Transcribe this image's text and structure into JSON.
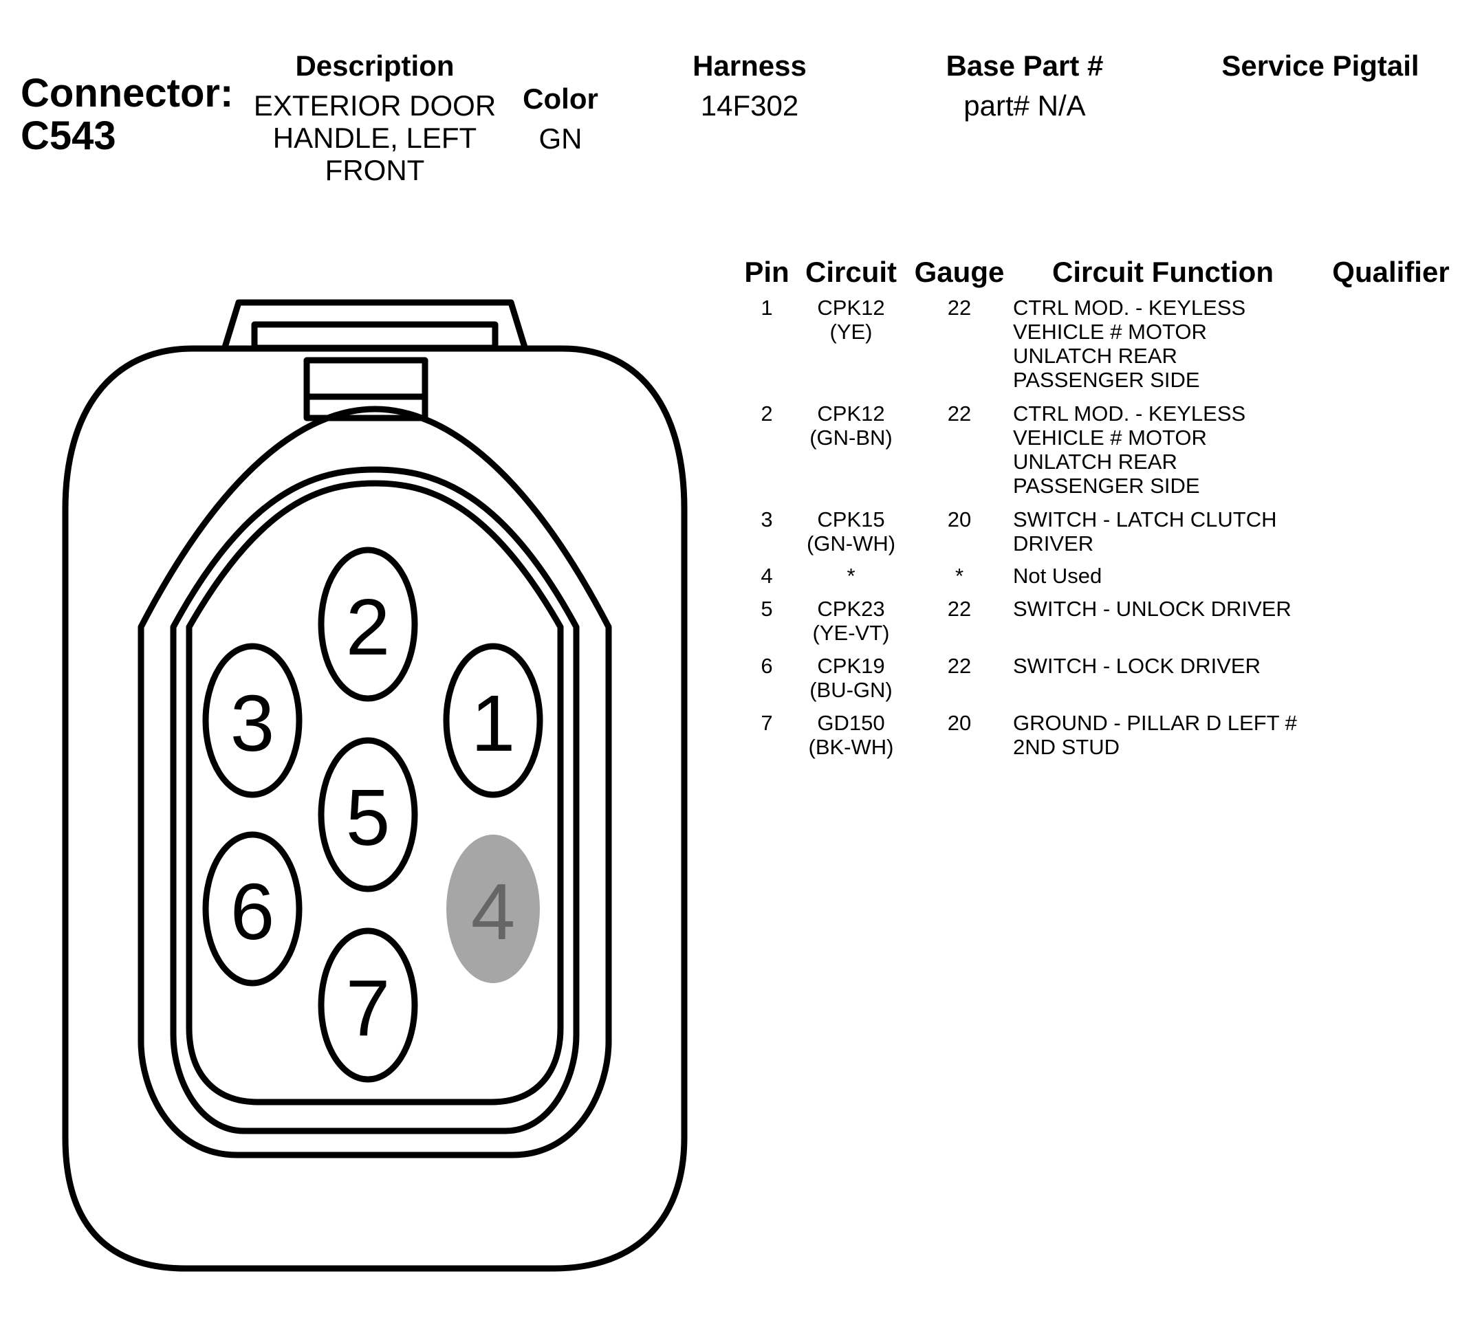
{
  "connector": {
    "label": "Connector:",
    "id": "C543"
  },
  "headers": {
    "description_label": "Description",
    "color_label": "Color",
    "harness_label": "Harness",
    "base_part_label": "Base Part #",
    "service_pigtail_label": "Service Pigtail"
  },
  "values": {
    "description_lines": [
      "EXTERIOR DOOR",
      "HANDLE, LEFT",
      "FRONT"
    ],
    "color": "GN",
    "harness": "14F302",
    "base_part": "part# N/A",
    "service_pigtail": ""
  },
  "table": {
    "columns": [
      "Pin",
      "Circuit",
      "Gauge",
      "Circuit Function",
      "Qualifier"
    ],
    "rows": [
      {
        "pin": "1",
        "circuit": [
          "CPK12",
          "(YE)"
        ],
        "gauge": "22",
        "function": [
          "CTRL MOD. - KEYLESS",
          "VEHICLE # MOTOR",
          "UNLATCH REAR",
          "PASSENGER SIDE"
        ],
        "qualifier": ""
      },
      {
        "pin": "2",
        "circuit": [
          "CPK12",
          "(GN-BN)"
        ],
        "gauge": "22",
        "function": [
          "CTRL MOD. - KEYLESS",
          "VEHICLE # MOTOR",
          "UNLATCH REAR",
          "PASSENGER SIDE"
        ],
        "qualifier": ""
      },
      {
        "pin": "3",
        "circuit": [
          "CPK15",
          "(GN-WH)"
        ],
        "gauge": "20",
        "function": [
          "SWITCH - LATCH CLUTCH",
          "DRIVER"
        ],
        "qualifier": ""
      },
      {
        "pin": "4",
        "circuit": [
          "*"
        ],
        "gauge": "*",
        "function": [
          "Not Used"
        ],
        "qualifier": ""
      },
      {
        "pin": "5",
        "circuit": [
          "CPK23",
          "(YE-VT)"
        ],
        "gauge": "22",
        "function": [
          "SWITCH - UNLOCK DRIVER"
        ],
        "qualifier": ""
      },
      {
        "pin": "6",
        "circuit": [
          "CPK19",
          "(BU-GN)"
        ],
        "gauge": "22",
        "function": [
          "SWITCH - LOCK DRIVER"
        ],
        "qualifier": ""
      },
      {
        "pin": "7",
        "circuit": [
          "GD150",
          "(BK-WH)"
        ],
        "gauge": "20",
        "function": [
          "GROUND - PILLAR D LEFT #",
          "2ND STUD"
        ],
        "qualifier": ""
      }
    ]
  },
  "diagram": {
    "pins": [
      {
        "label": "1",
        "used": true
      },
      {
        "label": "2",
        "used": true
      },
      {
        "label": "3",
        "used": true
      },
      {
        "label": "4",
        "used": false
      },
      {
        "label": "5",
        "used": true
      },
      {
        "label": "6",
        "used": true
      },
      {
        "label": "7",
        "used": true
      }
    ],
    "colors": {
      "outline": "#000000",
      "unused_pin_fill": "#a6a6a6",
      "unused_pin_text": "#666666"
    }
  }
}
